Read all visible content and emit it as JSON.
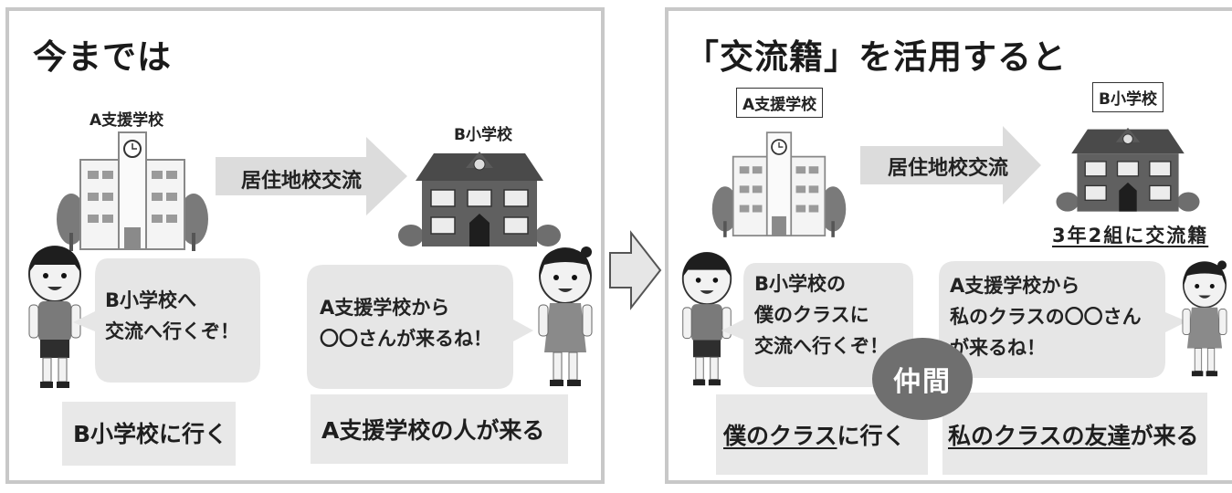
{
  "left_panel": {
    "title": "今までは",
    "school_a_label": "A支援学校",
    "school_b_label": "B小学校",
    "flow_label": "居住地校交流",
    "boy_speech": "B小学校へ\n交流へ行くぞ！",
    "girl_speech": "A支援学校から\n〇〇さんが来るね！",
    "boy_result": "B小学校に行く",
    "girl_result": "A支援学校の人が来る"
  },
  "right_panel": {
    "title": "「交流籍」を活用すると",
    "school_a_label": "A支援学校",
    "school_b_label": "B小学校",
    "flow_label": "居住地校交流",
    "class_label": "3年2組に交流籍",
    "boy_speech": "B小学校の\n僕のクラスに\n交流へ行くぞ！",
    "girl_speech": "A支援学校から\n私のクラスの〇〇さん\nが来るね！",
    "badge": "仲間",
    "boy_result_underlined": "僕のクラス",
    "boy_result_rest": "に行く",
    "girl_result_underlined_1": "私のクラスの",
    "girl_result_underlined_2": "友達",
    "girl_result_rest": "が来る"
  },
  "colors": {
    "panel_border": "#c8c8c8",
    "bubble_fill": "#e6e6e6",
    "result_fill": "#e8e8e8",
    "flow_arrow": "#dcdcdc",
    "badge_fill": "#6f6f6f"
  }
}
